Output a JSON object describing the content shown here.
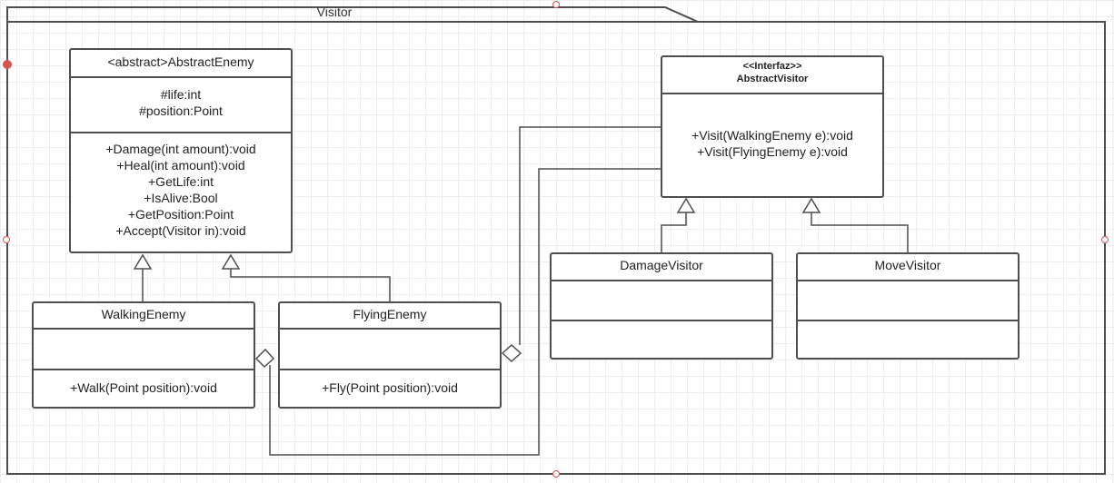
{
  "package": {
    "label": "Visitor"
  },
  "classes": {
    "abstract_enemy": {
      "name": "<abstract>AbstractEnemy",
      "attributes": [
        "#life:int",
        "#position:Point"
      ],
      "methods": [
        "+Damage(int amount):void",
        "+Heal(int amount):void",
        "+GetLife:int",
        "+IsAlive:Bool",
        "+GetPosition:Point",
        "+Accept(Visitor in):void"
      ]
    },
    "walking_enemy": {
      "name": "WalkingEnemy",
      "methods": [
        "+Walk(Point position):void"
      ]
    },
    "flying_enemy": {
      "name": "FlyingEnemy",
      "methods": [
        "+Fly(Point position):void"
      ]
    },
    "abstract_visitor": {
      "stereotype": "<<Interfaz>>",
      "name": "AbstractVisitor",
      "methods": [
        "+Visit(WalkingEnemy e):void",
        "+Visit(FlyingEnemy e):void"
      ]
    },
    "damage_visitor": {
      "name": "DamageVisitor"
    },
    "move_visitor": {
      "name": "MoveVisitor"
    }
  },
  "relations": [
    {
      "type": "inheritance",
      "from": "WalkingEnemy",
      "to": "AbstractEnemy"
    },
    {
      "type": "inheritance",
      "from": "FlyingEnemy",
      "to": "AbstractEnemy"
    },
    {
      "type": "inheritance",
      "from": "DamageVisitor",
      "to": "AbstractVisitor"
    },
    {
      "type": "inheritance",
      "from": "MoveVisitor",
      "to": "AbstractVisitor"
    },
    {
      "type": "aggregation",
      "from": "AbstractVisitor",
      "to": "FlyingEnemy"
    },
    {
      "type": "aggregation",
      "from": "AbstractVisitor",
      "to": "WalkingEnemy"
    }
  ],
  "colors": {
    "stroke": "#4f4f4f",
    "handle": "#d9534f",
    "grid": "#eceef2"
  }
}
